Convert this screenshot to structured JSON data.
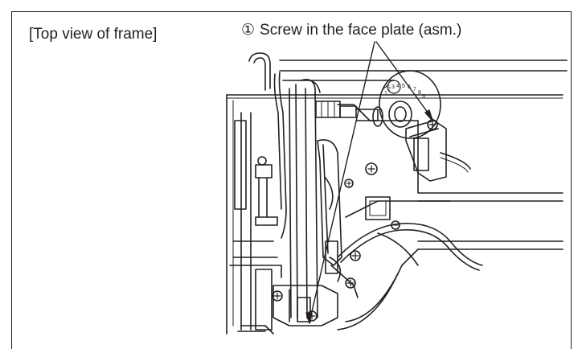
{
  "figure": {
    "title": "[Top view of frame]",
    "callout": {
      "number": "①",
      "text": "Screw in the face plate (asm.)"
    },
    "dial_labels": [
      "1",
      "2",
      "3",
      "4",
      "5",
      "6",
      "7",
      "8",
      "9"
    ]
  }
}
